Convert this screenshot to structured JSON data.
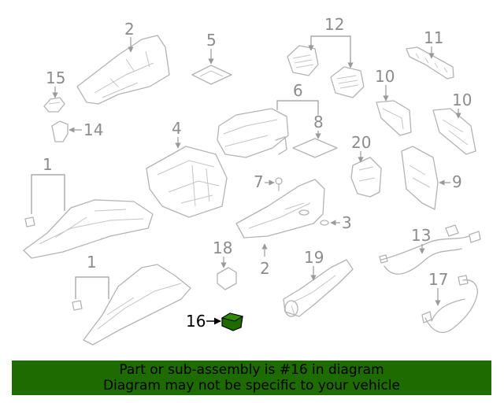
{
  "diagram": {
    "callouts": {
      "c1a": "1",
      "c1b": "1",
      "c2a": "2",
      "c2b": "2",
      "c3": "3",
      "c4": "4",
      "c5": "5",
      "c6": "6",
      "c7": "7",
      "c8": "8",
      "c9": "9",
      "c10a": "10",
      "c10b": "10",
      "c11": "11",
      "c12": "12",
      "c13": "13",
      "c14": "14",
      "c15": "15",
      "c16": "16",
      "c17": "17",
      "c18": "18",
      "c19": "19",
      "c20": "20"
    },
    "highlight_color": "#1e6b00",
    "line_color": "#b3b3b3"
  },
  "banner": {
    "line1": "Part or sub-assembly is #16 in diagram",
    "line2": "Diagram may not be specific to your vehicle",
    "bg_color": "#1e6b00"
  }
}
